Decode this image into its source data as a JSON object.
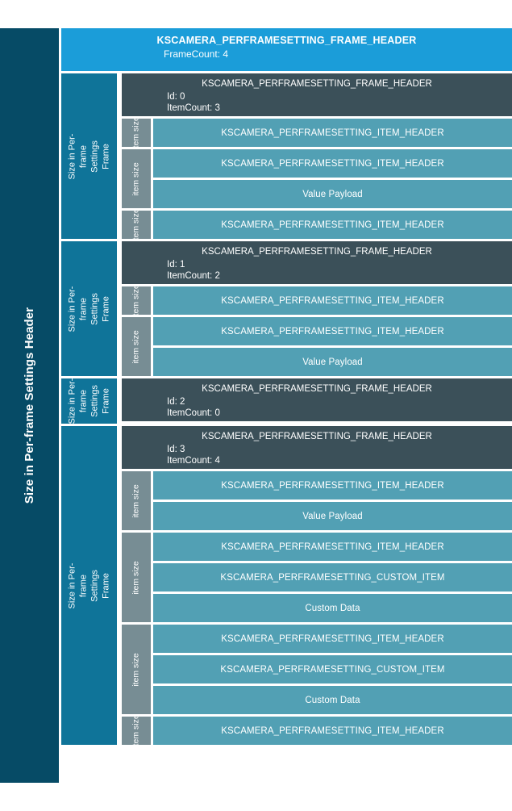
{
  "outer": {
    "label": "Size in Per-frame Settings Header",
    "color": "#064b66"
  },
  "top_header": {
    "title": "KSCAMERA_PERFRAMESETTING_FRAME_HEADER",
    "subtitle": "FrameCount: 4",
    "color": "#1b9dd9"
  },
  "labels": {
    "frame_band": "Size in Per-frame Settings Frame",
    "item_size": "item\nsize",
    "item_size_line1": "item",
    "item_size_line2": "size"
  },
  "colors": {
    "frame_band": "#0f7499",
    "frame_header": "#3b5059",
    "item_size": "#778d94",
    "item_block": "#52a0b4",
    "text": "#ffffff",
    "background": "#ffffff"
  },
  "frames": [
    {
      "band_label": "Size in Per-frame Settings Frame",
      "header_title": "KSCAMERA_PERFRAMESETTING_FRAME_HEADER",
      "id_text": "Id: 0",
      "itemcount_text": "ItemCount: 3",
      "items": [
        {
          "size_label": "item size",
          "blocks": [
            "KSCAMERA_PERFRAMESETTING_ITEM_HEADER"
          ]
        },
        {
          "size_label": "item size",
          "blocks": [
            "KSCAMERA_PERFRAMESETTING_ITEM_HEADER",
            "Value Payload"
          ]
        },
        {
          "size_label": "item size",
          "blocks": [
            "KSCAMERA_PERFRAMESETTING_ITEM_HEADER"
          ]
        }
      ]
    },
    {
      "band_label": "Size in Per-frame Settings Frame",
      "header_title": "KSCAMERA_PERFRAMESETTING_FRAME_HEADER",
      "id_text": "Id: 1",
      "itemcount_text": "ItemCount: 2",
      "items": [
        {
          "size_label": "item size",
          "blocks": [
            "KSCAMERA_PERFRAMESETTING_ITEM_HEADER"
          ]
        },
        {
          "size_label": "item size",
          "blocks": [
            "KSCAMERA_PERFRAMESETTING_ITEM_HEADER",
            "Value Payload"
          ]
        }
      ]
    },
    {
      "band_label": "Size in Per-frame Settings Frame",
      "header_title": "KSCAMERA_PERFRAMESETTING_FRAME_HEADER",
      "id_text": "Id: 2",
      "itemcount_text": "ItemCount: 0",
      "items": []
    },
    {
      "band_label": "Size in Per-frame Settings Frame",
      "header_title": "KSCAMERA_PERFRAMESETTING_FRAME_HEADER",
      "id_text": "Id: 3",
      "itemcount_text": "ItemCount: 4",
      "items": [
        {
          "size_label": "item size",
          "blocks": [
            "KSCAMERA_PERFRAMESETTING_ITEM_HEADER",
            "Value Payload"
          ]
        },
        {
          "size_label": "item size",
          "blocks": [
            "KSCAMERA_PERFRAMESETTING_ITEM_HEADER",
            "KSCAMERA_PERFRAMESETTING_CUSTOM_ITEM",
            "Custom Data"
          ]
        },
        {
          "size_label": "item size",
          "blocks": [
            "KSCAMERA_PERFRAMESETTING_ITEM_HEADER",
            "KSCAMERA_PERFRAMESETTING_CUSTOM_ITEM",
            "Custom Data"
          ]
        },
        {
          "size_label": "item size",
          "blocks": [
            "KSCAMERA_PERFRAMESETTING_ITEM_HEADER"
          ]
        }
      ]
    }
  ]
}
